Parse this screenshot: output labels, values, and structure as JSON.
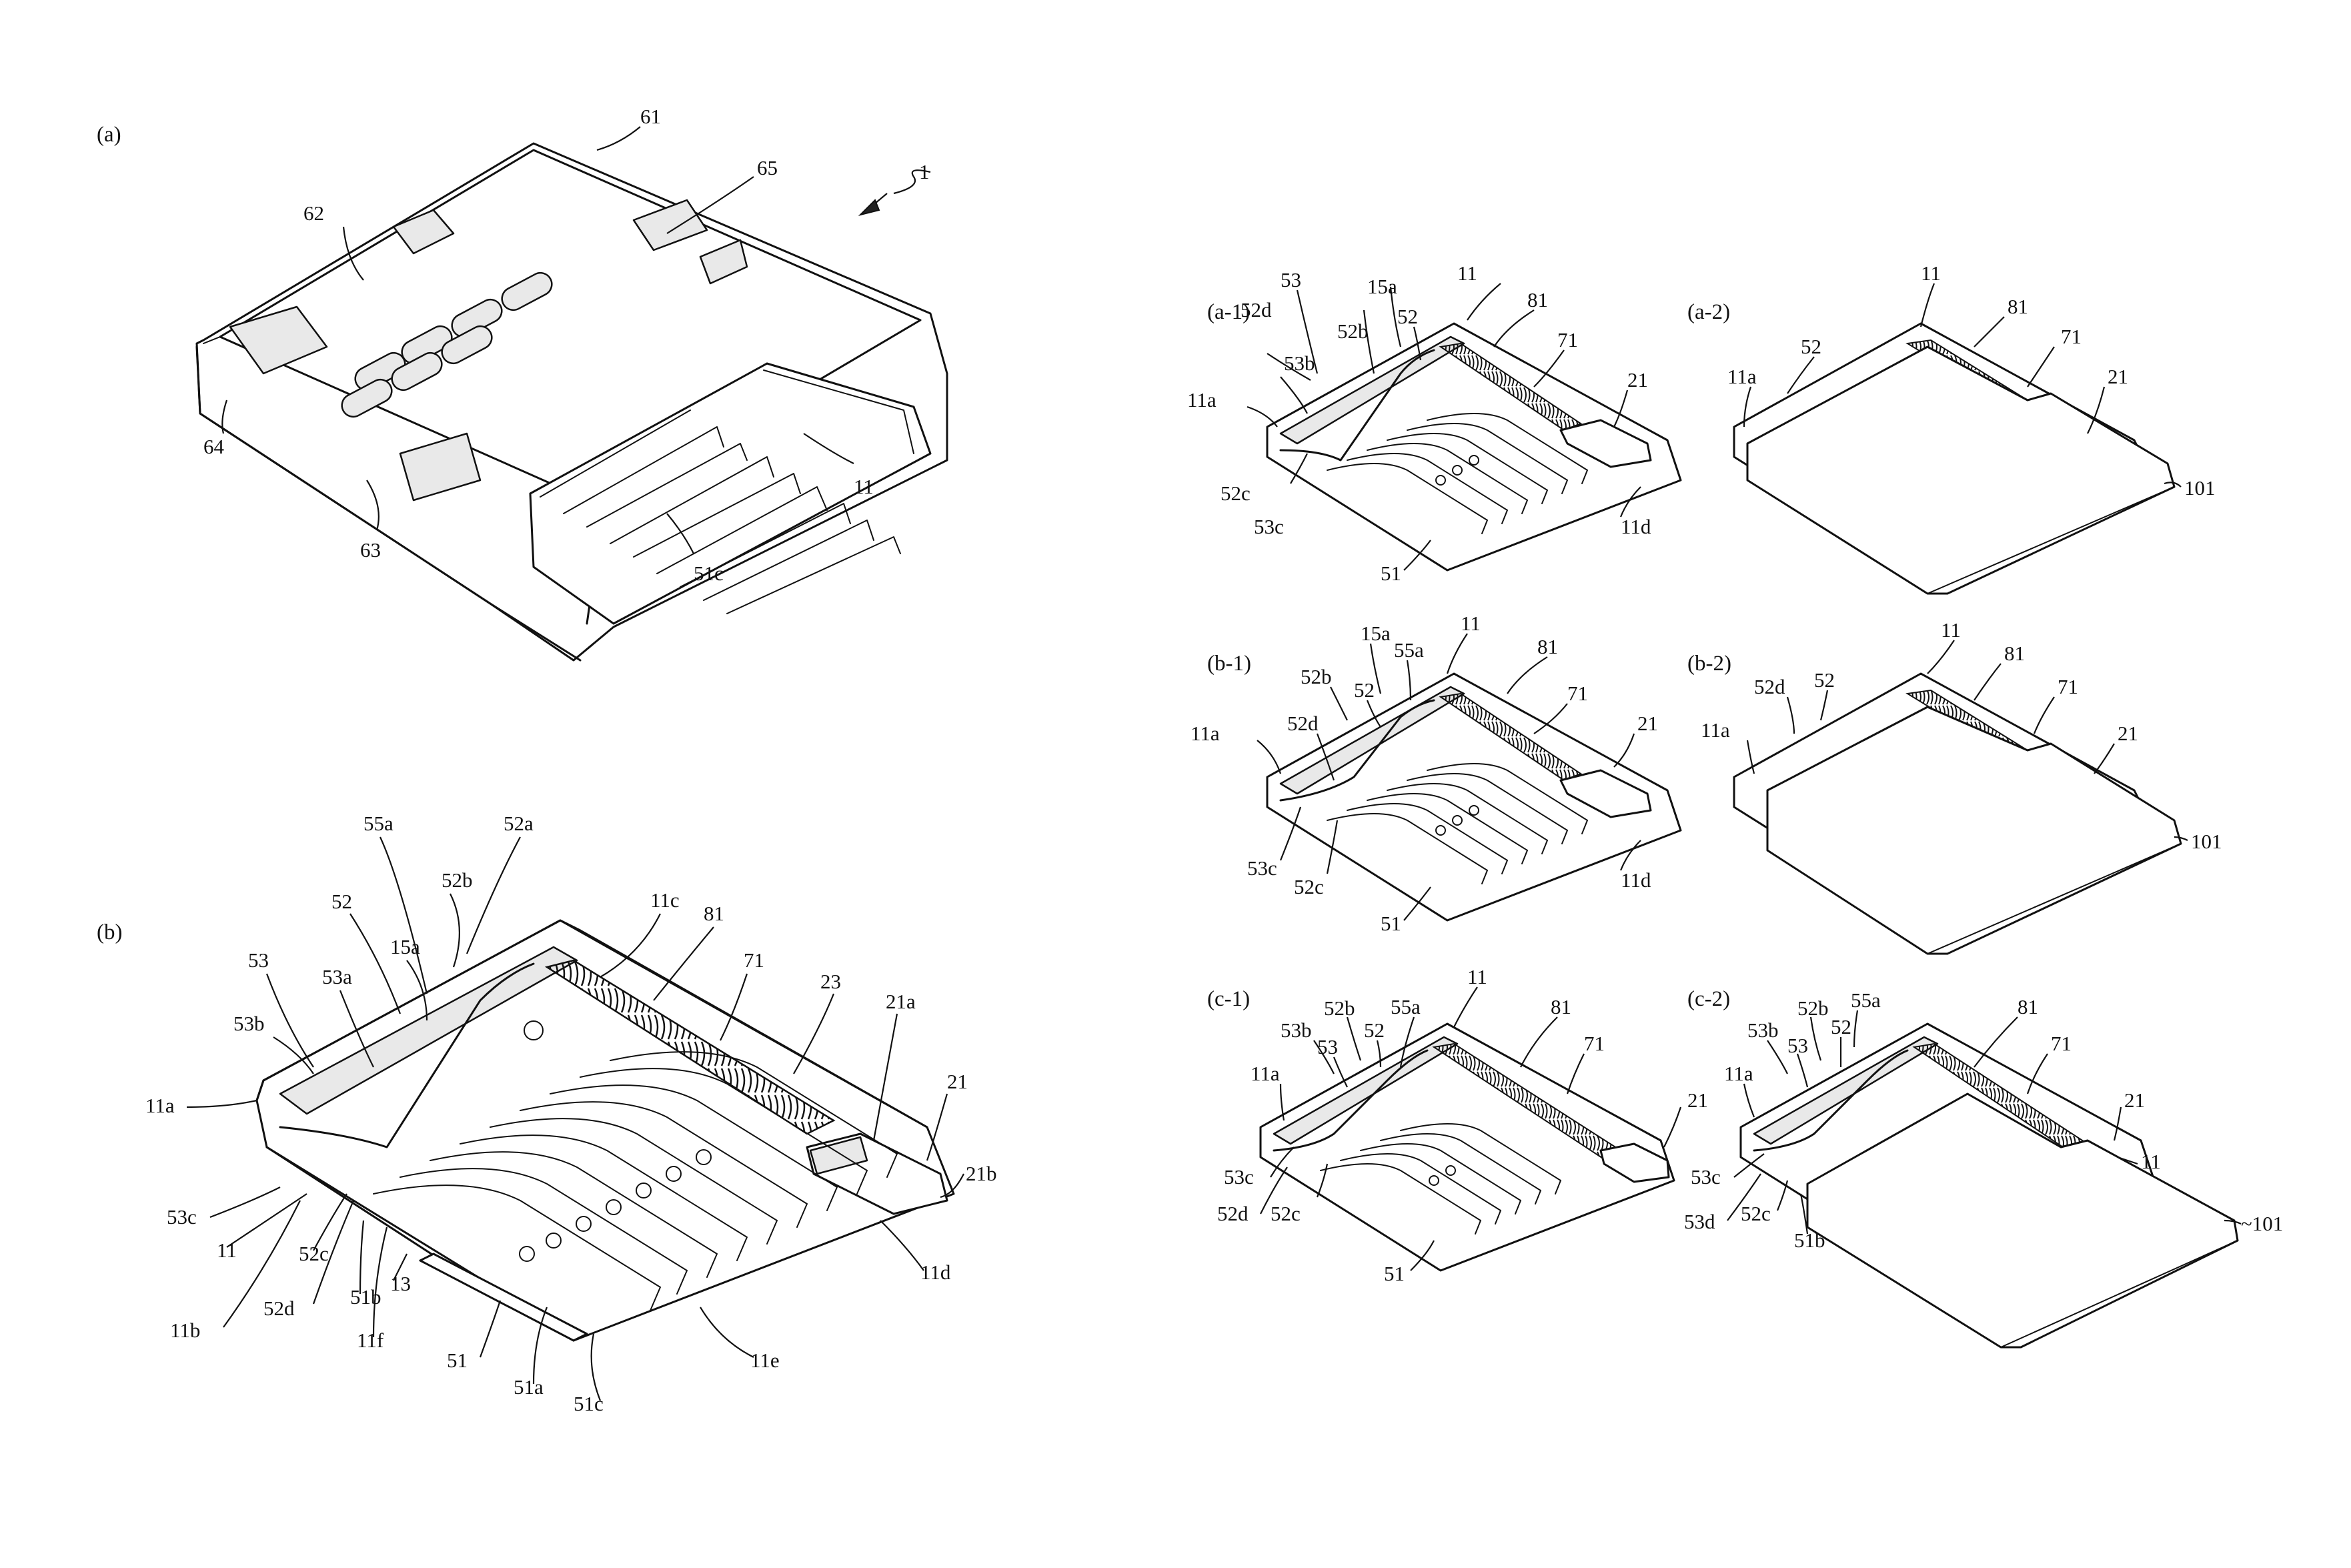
{
  "figures": {
    "a": {
      "panel_label": "(a)",
      "refs": {
        "r1": "1",
        "r61": "61",
        "r62": "62",
        "r63": "63",
        "r64": "64",
        "r65": "65",
        "r11": "11",
        "r51c": "51c"
      }
    },
    "b": {
      "panel_label": "(b)",
      "refs": {
        "r55a": "55a",
        "r52a": "52a",
        "r52b": "52b",
        "r52": "52",
        "r15a": "15a",
        "r53": "53",
        "r53a": "53a",
        "r53b": "53b",
        "r11a": "11a",
        "r11c": "11c",
        "r81": "81",
        "r71": "71",
        "r23": "23",
        "r21a": "21a",
        "r21": "21",
        "r21b": "21b",
        "r53c": "53c",
        "r11": "11",
        "r52c": "52c",
        "r52d": "52d",
        "r51b": "51b",
        "r13": "13",
        "r11b": "11b",
        "r11f": "11f",
        "r51": "51",
        "r51a": "51a",
        "r51c": "51c",
        "r11e": "11e",
        "r11d": "11d"
      }
    },
    "a1": {
      "panel_label": "(a-1)",
      "refs": {
        "r53": "53",
        "r15a": "15a",
        "r11": "11",
        "r81": "81",
        "r52d": "52d",
        "r52b": "52b",
        "r52": "52",
        "r71": "71",
        "r53b": "53b",
        "r21": "21",
        "r11a": "11a",
        "r52c": "52c",
        "r53c": "53c",
        "r11d": "11d",
        "r51": "51"
      }
    },
    "a2": {
      "panel_label": "(a-2)",
      "refs": {
        "r11": "11",
        "r81": "81",
        "r52": "52",
        "r71": "71",
        "r11a": "11a",
        "r21": "21",
        "r101": "101"
      }
    },
    "b1": {
      "panel_label": "(b-1)",
      "refs": {
        "r15a": "15a",
        "r11": "11",
        "r55a": "55a",
        "r81": "81",
        "r52b": "52b",
        "r52": "52",
        "r71": "71",
        "r11a": "11a",
        "r52d": "52d",
        "r21": "21",
        "r53c": "53c",
        "r52c": "52c",
        "r11d": "11d",
        "r51": "51"
      }
    },
    "b2": {
      "panel_label": "(b-2)",
      "refs": {
        "r11": "11",
        "r81": "81",
        "r52d": "52d",
        "r52": "52",
        "r71": "71",
        "r11a": "11a",
        "r21": "21",
        "r101": "101"
      }
    },
    "c1": {
      "panel_label": "(c-1)",
      "refs": {
        "r11": "11",
        "r52b": "52b",
        "r55a": "55a",
        "r81": "81",
        "r53b": "53b",
        "r52": "52",
        "r53": "53",
        "r71": "71",
        "r11a": "11a",
        "r21": "21",
        "r53c": "53c",
        "r52d": "52d",
        "r52c": "52c",
        "r51": "51"
      }
    },
    "c2": {
      "panel_label": "(c-2)",
      "refs": {
        "r52b": "52b",
        "r55a": "55a",
        "r81": "81",
        "r53b": "53b",
        "r52": "52",
        "r53": "53",
        "r71": "71",
        "r11a": "11a",
        "r21": "21",
        "r53c": "53c",
        "r11": "11",
        "r53d": "53d",
        "r52c": "52c",
        "r51b": "51b",
        "r101": "~101"
      }
    }
  }
}
